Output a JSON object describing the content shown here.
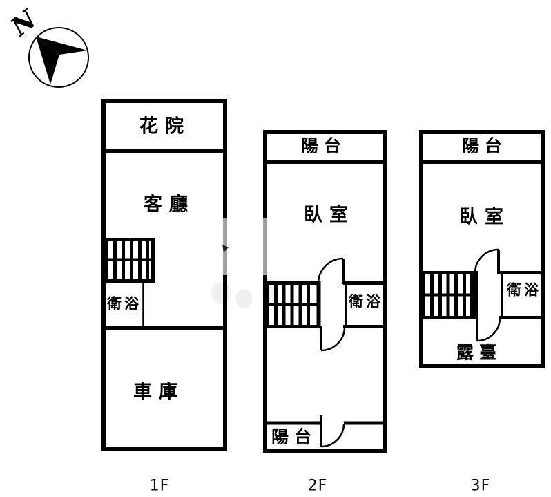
{
  "compass": {
    "label": "N"
  },
  "colors": {
    "wall": "#000000",
    "background": "#ffffff"
  },
  "floors": [
    {
      "id": "1F",
      "label": "1F",
      "rooms": [
        {
          "name": "flower-yard",
          "label": "花院"
        },
        {
          "name": "living-room",
          "label": "客廳"
        },
        {
          "name": "bathroom",
          "label": "衛浴"
        },
        {
          "name": "garage",
          "label": "車庫"
        }
      ]
    },
    {
      "id": "2F",
      "label": "2F",
      "rooms": [
        {
          "name": "balcony-top",
          "label": "陽台"
        },
        {
          "name": "bedroom",
          "label": "臥室"
        },
        {
          "name": "bathroom",
          "label": "衛浴"
        },
        {
          "name": "balcony-bottom",
          "label": "陽台"
        }
      ]
    },
    {
      "id": "3F",
      "label": "3F",
      "rooms": [
        {
          "name": "balcony",
          "label": "陽台"
        },
        {
          "name": "bedroom",
          "label": "臥室"
        },
        {
          "name": "bathroom",
          "label": "衛浴"
        },
        {
          "name": "terrace",
          "label": "露臺"
        }
      ]
    }
  ]
}
